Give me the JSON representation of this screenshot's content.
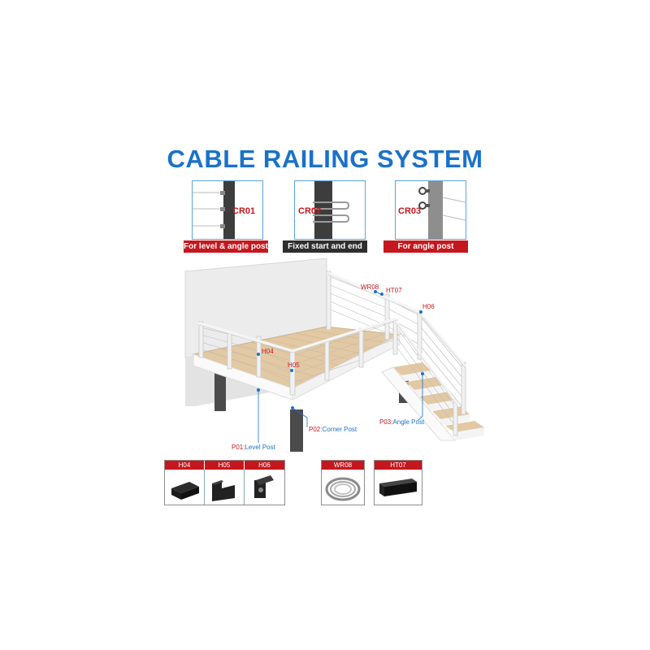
{
  "title": "CABLE RAILING SYSTEM",
  "connectors": [
    {
      "code": "CR01",
      "caption": "For level & angle post"
    },
    {
      "code": "CR02",
      "caption": "Fixed start and end"
    },
    {
      "code": "CR03",
      "caption": "For angle post"
    }
  ],
  "callouts": {
    "wr08": "WR08",
    "ht07": "HT07",
    "h06": "H06",
    "h04": "H04",
    "h05": "H05",
    "p01_code": "P01:",
    "p01_desc": "Level Post",
    "p02_code": "P02:",
    "p02_desc": "Corner Post",
    "p03_code": "P03:",
    "p03_desc": "Angle Post"
  },
  "parts_strip_1": [
    "H04",
    "H05",
    "H06"
  ],
  "parts_strip_2": [
    "WR08",
    "HT07"
  ],
  "colors": {
    "title_blue": "#1a72c9",
    "label_red": "#c4171e",
    "deck_wood": "#e2c9a4",
    "post_white": "#f1f1f1"
  }
}
